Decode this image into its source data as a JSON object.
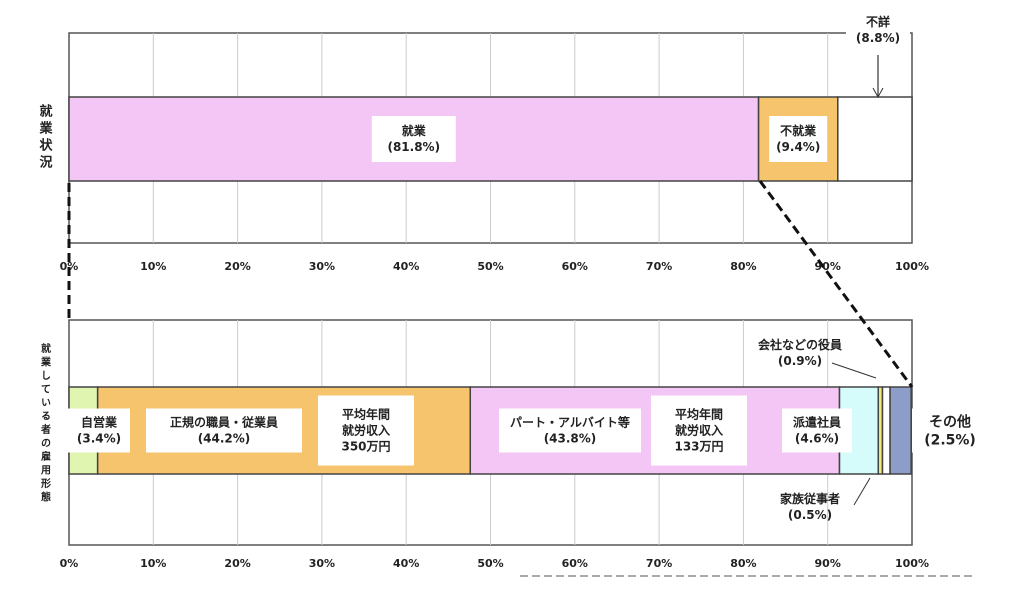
{
  "chart_data": [
    {
      "type": "bar",
      "orientation": "horizontal-stacked",
      "category_label": "就業状況",
      "segments": [
        {
          "name": "就業",
          "value": 81.8,
          "label": "(81.8%)",
          "color": "#f4c6f6"
        },
        {
          "name": "不就業",
          "value": 9.4,
          "label": "(9.4%)",
          "color": "#f5c46c"
        },
        {
          "name": "不詳",
          "value": 8.8,
          "label": "(8.8%)",
          "color": "#ffffff"
        }
      ],
      "xticks": [
        "0%",
        "10%",
        "20%",
        "30%",
        "40%",
        "50%",
        "60%",
        "70%",
        "80%",
        "90%",
        "100%"
      ],
      "xlim": [
        0,
        100
      ],
      "grid": true
    },
    {
      "type": "bar",
      "orientation": "horizontal-stacked",
      "category_label": "就業している者の雇用形態",
      "segments": [
        {
          "name": "自営業",
          "value": 3.4,
          "label": "(3.4%)",
          "color": "#dff5b0"
        },
        {
          "name": "正規の職員・従業員",
          "value": 44.2,
          "label": "(44.2%)",
          "color": "#f5c46c",
          "note": [
            "平均年間",
            "就労収入",
            "350万円"
          ]
        },
        {
          "name": "パート・アルバイト等",
          "value": 43.8,
          "label": "(43.8%)",
          "color": "#f4c6f6",
          "note": [
            "平均年間",
            "就労収入",
            "133万円"
          ]
        },
        {
          "name": "派遣社員",
          "value": 4.6,
          "label": "(4.6%)",
          "color": "#d6fbfb"
        },
        {
          "name": "家族従事者",
          "value": 0.5,
          "label": "(0.5%)",
          "color": "#f3ea7a"
        },
        {
          "name": "会社などの役員",
          "value": 0.9,
          "label": "(0.9%)",
          "color": "#ffffff"
        },
        {
          "name": "その他",
          "value": 2.5,
          "label": "(2.5%)",
          "color": "#8b9dc8"
        }
      ],
      "xticks": [
        "0%",
        "10%",
        "20%",
        "30%",
        "40%",
        "50%",
        "60%",
        "70%",
        "80%",
        "90%",
        "100%"
      ],
      "xlim": [
        0,
        100
      ],
      "grid": true
    }
  ]
}
